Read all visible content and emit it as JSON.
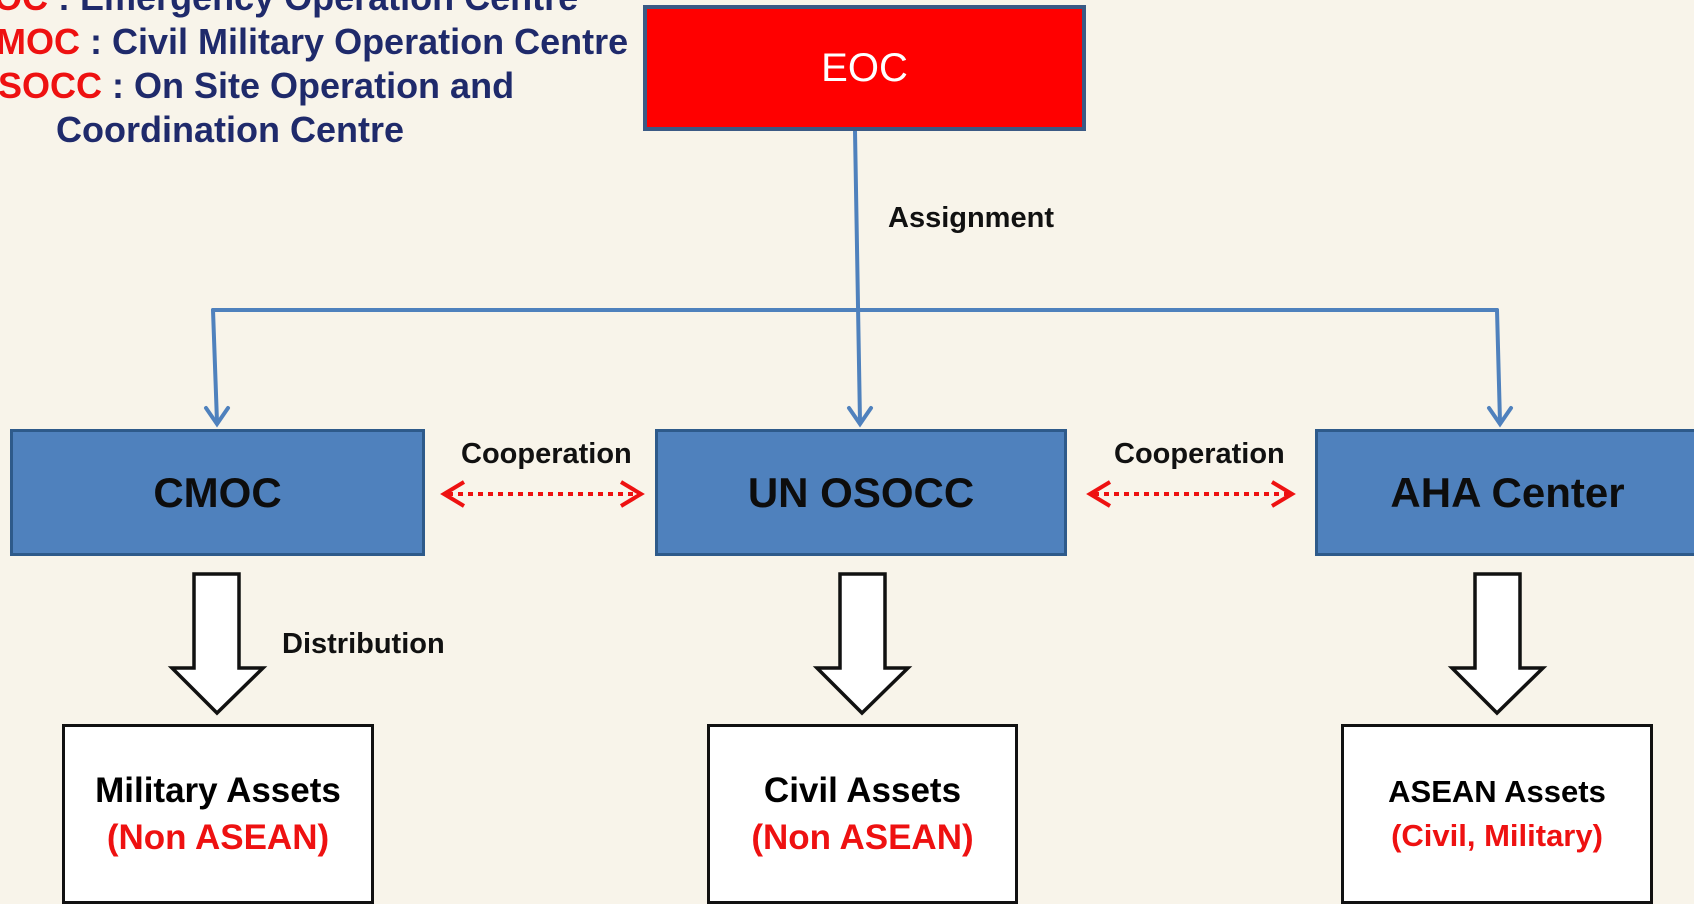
{
  "legend": [
    {
      "abbr": "EOC",
      "sep": " : ",
      "text": "Emergency Operation Centre"
    },
    {
      "abbr": "CMOC",
      "sep": " : ",
      "text": "Civil Military Operation Centre"
    },
    {
      "abbr": "OSOCC",
      "sep": " : ",
      "text": "On Site Operation and"
    },
    {
      "abbr": "",
      "sep": "",
      "text": "Coordination Centre"
    }
  ],
  "nodes": {
    "eoc": "EOC",
    "cmoc": "CMOC",
    "un_osocc": "UN OSOCC",
    "aha": "AHA Center"
  },
  "edges": {
    "assignment": "Assignment",
    "cooperation_left": "Cooperation",
    "cooperation_right": "Cooperation",
    "distribution": "Distribution"
  },
  "assets": {
    "military": {
      "title": "Military Assets",
      "sub": "(Non ASEAN)"
    },
    "civil": {
      "title": "Civil Assets",
      "sub": "(Non ASEAN)"
    },
    "asean": {
      "title": "ASEAN Assets",
      "sub": "(Civil, Military)"
    }
  },
  "colors": {
    "background": "#f8f4ea",
    "eoc": "#ff0000",
    "node": "#4f81bd",
    "connector": "#4f81bd",
    "cooperation_arrow": "#ee1111",
    "legend_text": "#1f2a6b"
  }
}
